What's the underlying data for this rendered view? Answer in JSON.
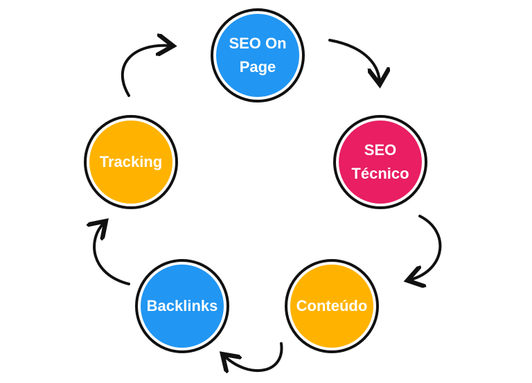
{
  "diagram": {
    "nodes": [
      {
        "id": "seo-on-page",
        "label": "SEO On Page",
        "color": "#2196F3"
      },
      {
        "id": "seo-tecnico",
        "label": "SEO Técnico",
        "color": "#E91E63"
      },
      {
        "id": "conteudo",
        "label": "Conteúdo",
        "color": "#FFB300"
      },
      {
        "id": "backlinks",
        "label": "Backlinks",
        "color": "#2196F3"
      },
      {
        "id": "tracking",
        "label": "Tracking",
        "color": "#FFB300"
      }
    ],
    "arrow_color": "#111111"
  }
}
